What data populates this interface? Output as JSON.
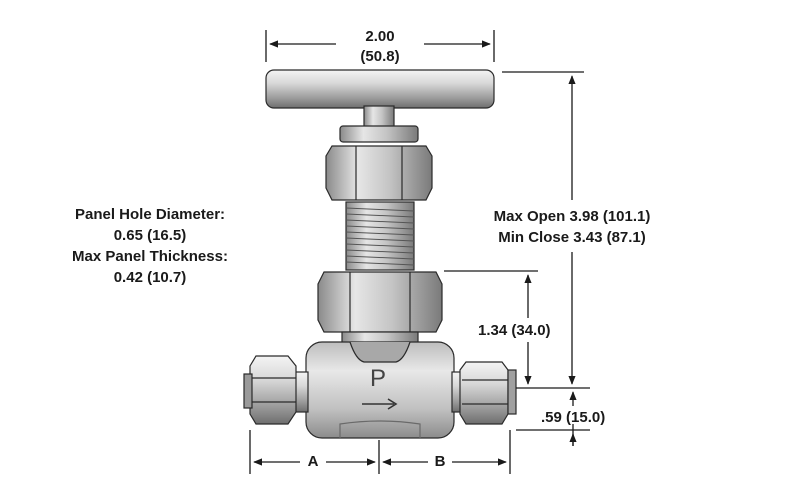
{
  "dimensions": {
    "width": {
      "value": "2.00",
      "metric": "(50.8)"
    },
    "panel_hole_diameter": {
      "label": "Panel Hole Diameter:",
      "value": "0.65 (16.5)"
    },
    "max_panel_thickness": {
      "label": "Max Panel Thickness:",
      "value": "0.42 (10.7)"
    },
    "max_open": "Max Open 3.98 (101.1)",
    "min_close": "Min Close 3.43 (87.1)",
    "panel_nut_height": "1.34 (34.0)",
    "centerline_height": ".59 (15.0)",
    "port_a": "A",
    "port_b": "B"
  },
  "body_mark": "P"
}
